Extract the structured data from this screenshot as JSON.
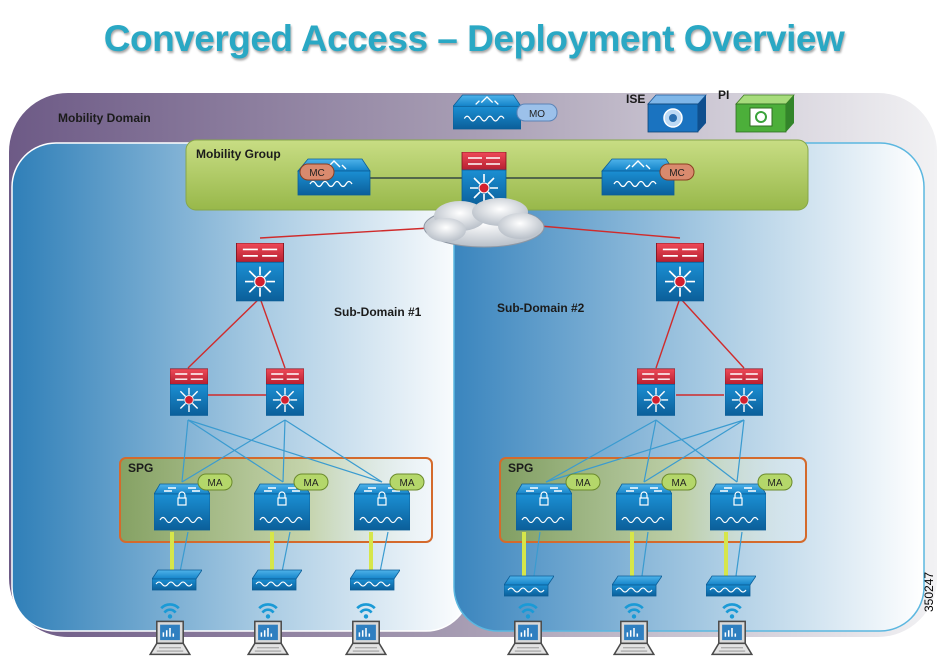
{
  "title": "Converged Access – Deployment Overview",
  "labels": {
    "mobility_domain": "Mobility Domain",
    "mobility_group": "Mobility Group",
    "sub_domain_1": "Sub-Domain #1",
    "sub_domain_2": "Sub-Domain #2",
    "spg": "SPG",
    "ise": "ISE",
    "pi": "PI",
    "mo": "MO",
    "mc": "MC",
    "ma": "MA"
  },
  "figure_id": "350247",
  "colors": {
    "title": "#2aa8c4",
    "mobility_group_fill": "#b5cf6a",
    "spg_border": "#d46a2c",
    "switch_blue": "#1a8fd0",
    "router_red": "#d22c3c",
    "link_red": "#d02b2b",
    "link_blue": "#3a9bd0",
    "link_yellow": "#d6e64a",
    "mo_badge": "#9cc1ea",
    "mc_badge": "#d98a6e",
    "ma_badge": "#b4d76a"
  },
  "icons": {
    "ise": "ise-appliance-icon",
    "pi": "prime-infrastructure-icon",
    "wlc": "wireless-controller-icon",
    "core": "core-switch-icon",
    "dist": "distribution-switch-icon",
    "access": "access-switch-icon",
    "ap": "access-point-icon",
    "laptop": "laptop-icon",
    "cloud": "network-cloud-icon"
  }
}
